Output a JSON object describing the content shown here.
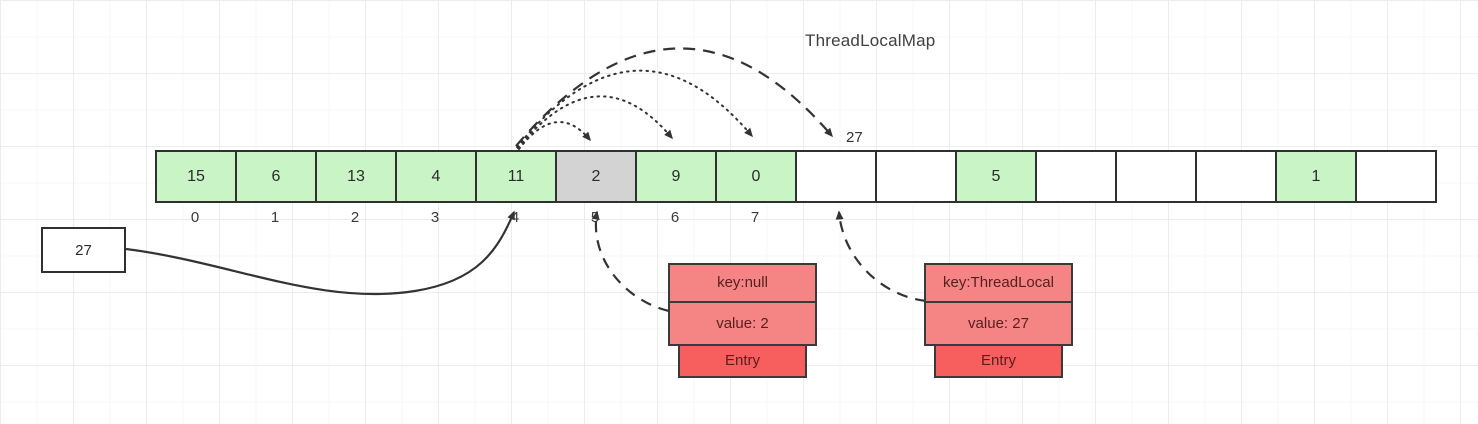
{
  "title": "ThreadLocalMap",
  "array": {
    "cells": [
      {
        "value": "15",
        "type": "green"
      },
      {
        "value": "6",
        "type": "green"
      },
      {
        "value": "13",
        "type": "green"
      },
      {
        "value": "4",
        "type": "green"
      },
      {
        "value": "11",
        "type": "green"
      },
      {
        "value": "2",
        "type": "gray"
      },
      {
        "value": "9",
        "type": "green"
      },
      {
        "value": "0",
        "type": "green"
      },
      {
        "value": "",
        "type": "empty"
      },
      {
        "value": "",
        "type": "empty"
      },
      {
        "value": "5",
        "type": "green"
      },
      {
        "value": "",
        "type": "empty"
      },
      {
        "value": "",
        "type": "empty"
      },
      {
        "value": "",
        "type": "empty"
      },
      {
        "value": "1",
        "type": "green"
      },
      {
        "value": "",
        "type": "empty"
      }
    ],
    "indices": [
      "0",
      "1",
      "2",
      "3",
      "4",
      "5",
      "6",
      "7"
    ]
  },
  "value_box": {
    "label": "27"
  },
  "probe_label": "27",
  "entries": [
    {
      "key": "key:null",
      "value": "value: 2",
      "footer": "Entry"
    },
    {
      "key": "key:ThreadLocal",
      "value": "value: 27",
      "footer": "Entry"
    }
  ],
  "arrows": [
    {
      "style": "solid",
      "from": "value-27-box",
      "to": "cell-4-bottom"
    },
    {
      "style": "dotted",
      "from": "cell-4-top",
      "to": "cell-5-top"
    },
    {
      "style": "dotted",
      "from": "cell-4-top",
      "to": "cell-6-top"
    },
    {
      "style": "dotted",
      "from": "cell-4-top",
      "to": "cell-7-top"
    },
    {
      "style": "dashed",
      "from": "cell-4-top",
      "to": "cell-8-top",
      "label": "27"
    },
    {
      "style": "dashed",
      "from": "entry-key-null",
      "to": "cell-5-bottom"
    },
    {
      "style": "dashed",
      "from": "entry-key-threadlocal",
      "to": "cell-8-bottom"
    }
  ],
  "colors": {
    "cell_green": "#c8f4c6",
    "cell_gray": "#d3d3d3",
    "cell_empty": "#ffffff",
    "entry_salmon": "#f58585",
    "entry_red": "#f75e5e",
    "border": "#303030",
    "line": "#333333"
  }
}
